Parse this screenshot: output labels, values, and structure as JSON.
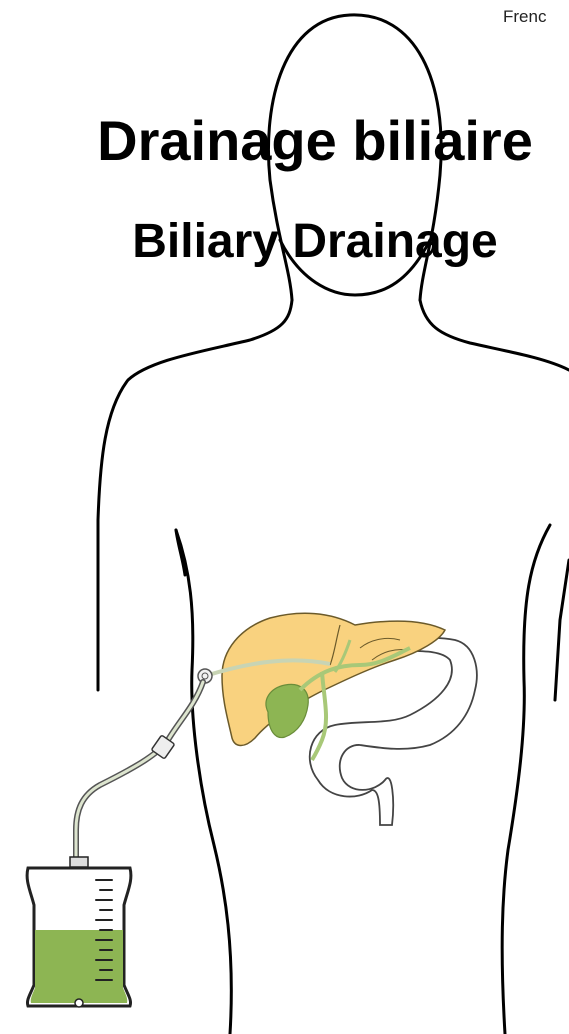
{
  "header": {
    "language_tag": "Frenc",
    "title_fr": "Drainage biliaire",
    "title_en": "Biliary Drainage"
  },
  "colors": {
    "outline": "#000000",
    "liver": "#f9d27f",
    "liver_stroke": "#6b5a2a",
    "bile": "#8db553",
    "bile_duct": "#a8c878",
    "stomach_stroke": "#444444",
    "tube": "#c8d4b4",
    "bag_frame": "#222222"
  },
  "icons": [
    "body-outline",
    "liver-icon",
    "gallbladder-icon",
    "stomach-icon",
    "drainage-tube-icon",
    "drainage-bag-icon"
  ],
  "drainage_bag": {
    "fill_fraction": 0.45
  }
}
